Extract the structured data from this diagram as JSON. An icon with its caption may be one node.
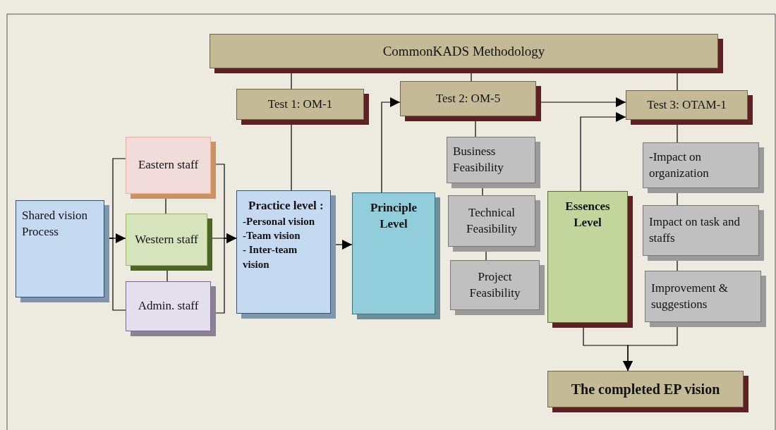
{
  "diagram": {
    "nodes": [
      {
        "text": [
          "CommonKADS Methodology"
        ]
      },
      {
        "text": [
          "Test 1: OM-1"
        ]
      },
      {
        "text": [
          "Test 2: OM-5"
        ]
      },
      {
        "text": [
          "Test 3: OTAM-1"
        ]
      },
      {
        "text": [
          "Shared vision Process"
        ]
      },
      {
        "text": [
          "Eastern staff"
        ]
      },
      {
        "text": [
          "Western staff"
        ]
      },
      {
        "text": [
          "Admin. staff"
        ]
      },
      {
        "text": [
          "Practice level :",
          "-Personal vision",
          "-Team vision",
          "- Inter-team vision"
        ]
      },
      {
        "text": [
          "Principle Level"
        ]
      },
      {
        "text": [
          "Business Feasibility"
        ]
      },
      {
        "text": [
          "Technical Feasibility"
        ]
      },
      {
        "text": [
          "Project Feasibility"
        ]
      },
      {
        "text": [
          "Essences Level"
        ]
      },
      {
        "text": [
          "-Impact on organization"
        ]
      },
      {
        "text": [
          "Impact on task and staffs"
        ]
      },
      {
        "text": [
          "Improvement & suggestions"
        ]
      },
      {
        "text": [
          "The completed EP vision"
        ]
      }
    ],
    "edges": [
      {
        "from": 0,
        "to": 1,
        "arrow": "none"
      },
      {
        "from": 0,
        "to": 2,
        "arrow": "none"
      },
      {
        "from": 0,
        "to": 3,
        "arrow": "none"
      },
      {
        "from": 1,
        "to": 8,
        "arrow": "none"
      },
      {
        "from": 4,
        "to": 5,
        "arrow": "none"
      },
      {
        "from": 4,
        "to": 6,
        "arrow": "to"
      },
      {
        "from": 4,
        "to": 7,
        "arrow": "none"
      },
      {
        "from": 5,
        "to": 6,
        "arrow": "none"
      },
      {
        "from": 6,
        "to": 7,
        "arrow": "none"
      },
      {
        "from": 5,
        "to": 8,
        "arrow": "to"
      },
      {
        "from": 6,
        "to": 8,
        "arrow": "to"
      },
      {
        "from": 7,
        "to": 8,
        "arrow": "to"
      },
      {
        "from": 8,
        "to": 9,
        "arrow": "to"
      },
      {
        "from": 9,
        "to": 2,
        "arrow": "to"
      },
      {
        "from": 2,
        "to": 10,
        "arrow": "none"
      },
      {
        "from": 10,
        "to": 11,
        "arrow": "none"
      },
      {
        "from": 11,
        "to": 12,
        "arrow": "none"
      },
      {
        "from": 2,
        "to": 3,
        "arrow": "to"
      },
      {
        "from": 13,
        "to": 3,
        "arrow": "to"
      },
      {
        "from": 3,
        "to": 14,
        "arrow": "none"
      },
      {
        "from": 14,
        "to": 15,
        "arrow": "none"
      },
      {
        "from": 15,
        "to": 16,
        "arrow": "none"
      },
      {
        "from": 13,
        "to": 17,
        "arrow": "to"
      },
      {
        "from": 16,
        "to": 17,
        "arrow": "to"
      }
    ]
  }
}
